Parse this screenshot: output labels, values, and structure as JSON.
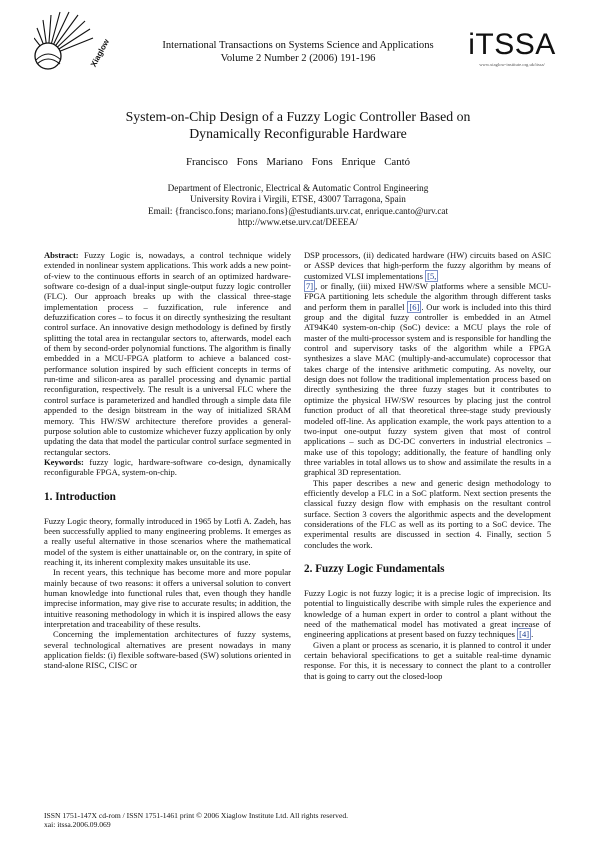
{
  "header": {
    "publisher_logo_text": "Xiaglow",
    "journal_name": "International Transactions on Systems Science and Applications",
    "volume_info": "Volume 2 Number 2 (2006) 191-196",
    "brand_logo_text": "iTSSA",
    "brand_url": "www.xiaglow-institute.org.uk/itssa/"
  },
  "paper": {
    "title_line1": "System-on-Chip Design of a Fuzzy Logic Controller Based on",
    "title_line2": "Dynamically Reconfigurable Hardware",
    "authors": "Francisco Fons   Mariano Fons   Enrique Cantó",
    "affiliation_line1": "Department of Electronic, Electrical & Automatic Control Engineering",
    "affiliation_line2": "University Rovira i Virgili, ETSE, 43007 Tarragona, Spain",
    "affiliation_line3": "Email: {francisco.fons; mariano.fons}@estudiants.urv.cat, enrique.canto@urv.cat",
    "affiliation_line4": "http://www.etse.urv.cat/DEEEA/"
  },
  "abstract": {
    "label": "Abstract:",
    "text": "Fuzzy Logic is, nowadays, a control technique widely extended in nonlinear system applications. This work adds a new point-of-view to the continuous efforts in search of an optimized hardware-software co-design of a dual-input single-output fuzzy logic controller (FLC). Our approach breaks up with the classical three-stage implementation process – fuzzification, rule inference and defuzzification cores – to focus it on directly synthesizing the resultant control surface. An innovative design methodology is defined by firstly splitting the total area in rectangular sectors to, afterwards, model each of them by second-order polynomial functions. The algorithm is finally embedded in a MCU-FPGA platform to achieve a balanced cost-performance solution inspired by such efficient concepts in terms of run-time and silicon-area as parallel processing and dynamic partial reconfiguration, respectively. The result is a universal FLC where the control surface is parameterized and handled through a simple data file appended to the design bitstream in the way of initialized SRAM memory. This HW/SW architecture therefore provides a general-purpose solution able to customize whichever fuzzy application by only updating the data that model the particular control surface segmented in rectangular sectors.",
    "keywords_label": "Keywords:",
    "keywords": "fuzzy logic, hardware-software co-design, dynamically reconfigurable FPGA, system-on-chip."
  },
  "section1": {
    "heading": "1. Introduction",
    "p1": "Fuzzy Logic theory, formally introduced in 1965 by Lotfi A. Zadeh, has been successfully applied to many engineering problems. It emerges as a really useful alternative in those scenarios where the mathematical model of the system is either unattainable or, on the contrary, in spite of reaching it, its inherent complexity makes unsuitable its use.",
    "p2": "In recent years, this technique has become more and more popular mainly because of two reasons: it offers a universal solution to convert human knowledge into functional rules that, even though they handle imprecise information, may give rise to accurate results; in addition, the intuitive reasoning methodology in which it is inspired allows the easy interpretation and traceability of these results.",
    "p3": "Concerning the implementation architectures of fuzzy systems, several technological alternatives are present nowadays in many application fields: (i) flexible software-based (SW) solutions oriented in stand-alone RISC, CISC or",
    "p3_cont_a": "DSP processors, (ii) dedicated hardware (HW) circuits based on ASIC or ASSP devices that high-perform the fuzzy algorithm by means of customized VLSI implementations ",
    "ref_5": "[5,",
    "ref_7": "7]",
    "p3_cont_b": ", or finally, (iii) mixed HW/SW platforms where a sensible MCU-FPGA partitioning lets schedule the algorithm through different tasks and perform them in parallel ",
    "ref_6": "[6]",
    "p3_cont_c": ". Our work is included into this third group and the digital fuzzy controller is embedded in an Atmel AT94K40 system-on-chip (SoC) device: a MCU plays the role of master of the multi-processor system and is responsible for handling the control and supervisory tasks of the algorithm while a FPGA synthesizes a slave MAC (multiply-and-accumulate) coprocessor that takes charge of the intensive arithmetic computing. As novelty, our design does not follow the traditional implementation process based on directly synthesizing the three fuzzy stages but it contributes to optimize the physical HW/SW resources by placing just the control function product of all that theoretical three-stage study previously modeled off-line. As application example, the work pays attention to a two-input one-output fuzzy system given that most of control applications – such as DC-DC converters in industrial electronics – make use of this topology; additionally, the feature of handling only three variables in total allows us to show and assimilate the results in a graphical 3D representation.",
    "p4": "This paper describes a new and generic design methodology to efficiently develop a FLC in a SoC platform. Next section presents the classical fuzzy design flow with emphasis on the resultant control surface. Section 3 covers the algorithmic aspects and the development considerations of the FLC as well as its porting to a SoC device. The experimental results are discussed in section 4. Finally, section 5 concludes the work."
  },
  "section2": {
    "heading": "2. Fuzzy Logic Fundamentals",
    "p1a": "Fuzzy Logic is not fuzzy logic; it is a precise logic of imprecision. Its potential to linguistically describe with simple rules the experience and knowledge of a human expert in order to control a plant without the need of the mathematical model has motivated a great increase of engineering applications at present based on fuzzy techniques ",
    "ref_4": "[4]",
    "p1b": ".",
    "p2": "Given a plant or process as scenario, it is planned to control it under certain behavioral specifications to get a suitable real-time dynamic response. For this, it is necessary to connect the plant to a controller that is going to carry out the closed-loop"
  },
  "footer": {
    "line1": "ISSN 1751-147X cd-rom / ISSN 1751-1461 print © 2006 Xiaglow Institute Ltd. All rights reserved.",
    "line2": "xai: itssa.2006.09.069"
  },
  "colors": {
    "text": "#111111",
    "link": "#1a3d8f"
  }
}
